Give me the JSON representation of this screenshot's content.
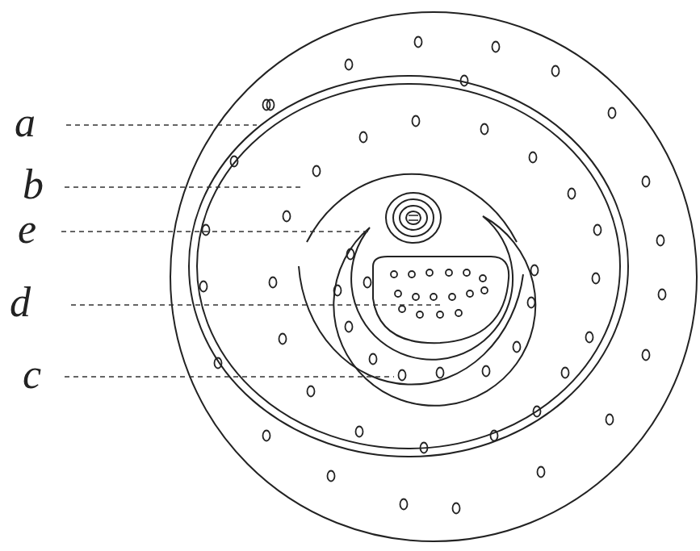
{
  "diagram": {
    "labels": [
      "a",
      "b",
      "e",
      "d",
      "c"
    ]
  }
}
